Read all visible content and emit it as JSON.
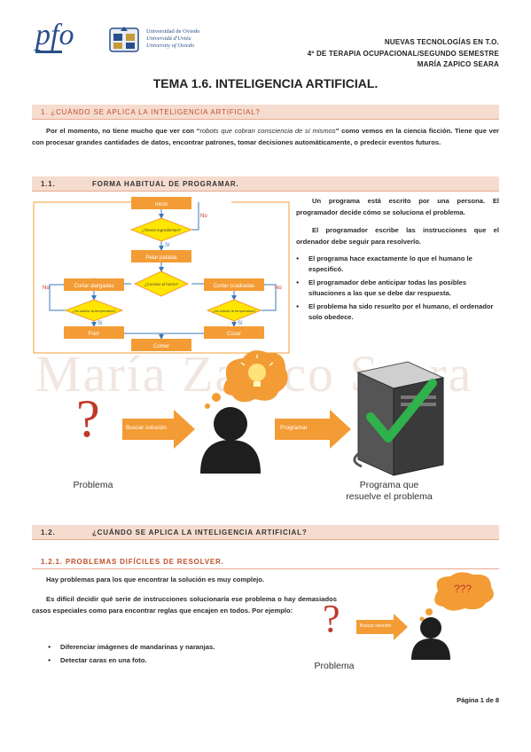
{
  "header": {
    "logo_pfo": "pfo",
    "university_lines": [
      "Universidad de Oviedo",
      "Universidá d'Uviéu",
      "University of Oviedo"
    ],
    "right_lines": [
      "NUEVAS TECNOLOGÍAS EN T.O.",
      "4º DE TERAPIA OCUPACIONAL/SEGUNDO SEMESTRE",
      "MARÍA ZAPICO SEARA"
    ]
  },
  "title": "TEMA 1.6. INTELIGENCIA ARTIFICIAL.",
  "section1": {
    "heading": "1.   ¿CUÁNDO SE APLICA LA INTELIGENCIA ARTIFICIAL?",
    "p_before": "Por el momento, no tiene mucho que ver con “",
    "p_italic": "robots que cobran consciencia de sí mismos",
    "p_after": "” como vemos en la ciencia ficción. Tiene que ver con procesar grandes cantidades de datos, encontrar patrones, tomar decisiones automáticamente, o predecir eventos futuros."
  },
  "section11": {
    "number": "1.1.",
    "heading": "FORMA HABITUAL DE PROGRAMAR.",
    "p1": "Un programa está escrito por una persona. El programador decide cómo se soluciona el problema.",
    "p2": "El programador escribe las instrucciones que el ordenador debe seguir para resolverlo.",
    "bullets": [
      "El programa hace exactamente lo que el humano le especificó.",
      "El programador debe anticipar todas las posibles situaciones a las que se debe dar respuesta.",
      "El problema ha sido resuelto por el humano, el ordenador solo obedece."
    ]
  },
  "flowchart": {
    "inicio": "Inicio",
    "decision_top": "¿Tienes ingredientes?",
    "pelar": "Pelar patatas",
    "decision_mid": "¿Cocinar al horno?",
    "cortar_left": "Cortar alargadas",
    "cortar_right": "Cortar cuadradas",
    "decision_left": "¿Ha subido la temperatura?",
    "decision_right": "¿Ha subido la temperatura?",
    "freir": "Freír",
    "cocer": "Cocer",
    "comer": "Comer",
    "si": "Sí",
    "no": "No"
  },
  "watermark": "María Zapico Seara",
  "diagram1": {
    "arrow1": "Buscar solución",
    "arrow2": "Programar",
    "qmark": "?",
    "caption_left": "Problema",
    "caption_right_1": "Programa que",
    "caption_right_2": "resuelve el problema"
  },
  "section12": {
    "number": "1.2.",
    "heading": "¿CUÁNDO SE APLICA LA INTELIGENCIA ARTIFICIAL?"
  },
  "section121": {
    "heading": "1.2.1.   PROBLEMAS DIFÍCILES DE RESOLVER.",
    "p1": "Hay problemas para los que encontrar la solución es muy complejo.",
    "p2": "Es difícil decidir qué serie de instrucciones solucionaría ese problema o hay demasiados casos especiales como para encontrar reglas que encajen en todos. Por ejemplo:",
    "bullets": [
      "Diferenciar imágenes de mandarinas y naranjas.",
      "Detectar caras en una foto."
    ]
  },
  "diagram2": {
    "qmark": "?",
    "arrow": "Buscar solución",
    "thought": "???",
    "caption": "Problema"
  },
  "footer": "Página 1 de 8",
  "colors": {
    "accent": "#f39c35",
    "heading": "#c0502a",
    "check": "#2fb24c",
    "question": "#c0392b"
  }
}
